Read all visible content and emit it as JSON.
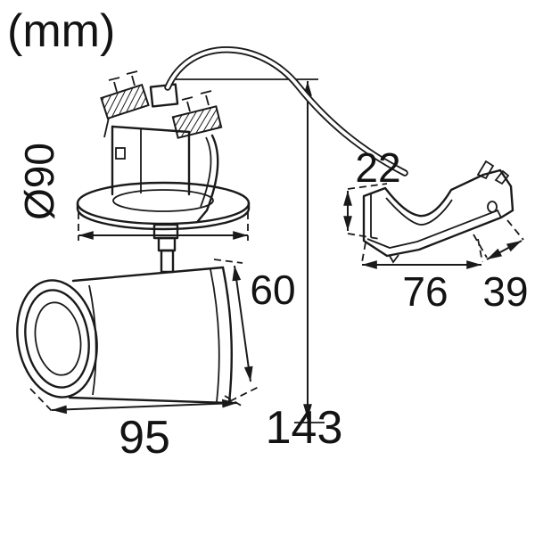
{
  "units_label": "(mm)",
  "colors": {
    "line": "#1a1a1a",
    "background": "#ffffff",
    "text": "#131313"
  },
  "dimensions": {
    "flange_diameter": "Ø90",
    "driver_height": "22",
    "driver_length": "76",
    "driver_depth": "39",
    "body_diameter": "60",
    "overall_depth": "143",
    "body_length": "95"
  }
}
